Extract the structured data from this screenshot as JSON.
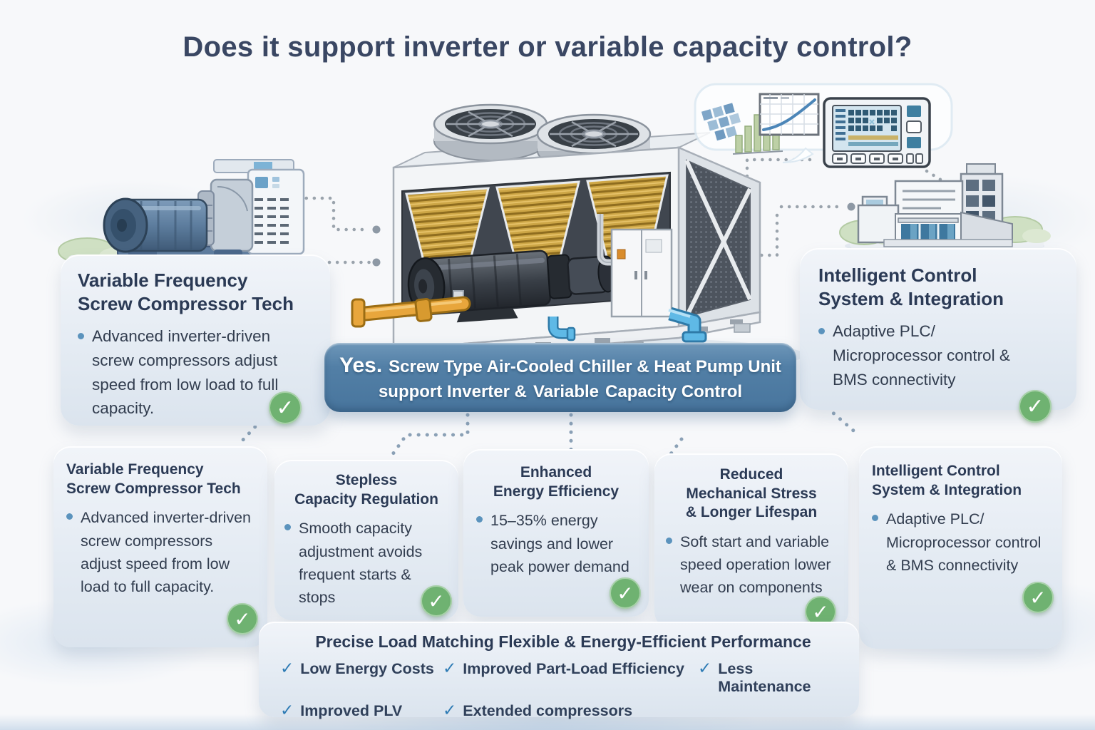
{
  "title": "Does it support inverter or variable capacity control?",
  "answer_banner": {
    "yes": "Yes.",
    "line1": "Screw Type Air-Cooled Chiller & Heat Pump Unit",
    "line2_a": "support Inverter & ",
    "line2_b": "Variable",
    "line2_c": " Capacity Control"
  },
  "side_boxes": {
    "left": {
      "title": "Variable Frequency\nScrew Compressor Tech",
      "bullet": "Advanced inverter-driven screw compressors adjust speed from low load to full capacity."
    },
    "right": {
      "title": "Intelligent Control\nSystem & Integration",
      "bullet": "Adaptive PLC/ Microprocessor control & BMS connectivity"
    }
  },
  "benefit_boxes": [
    {
      "title": "Variable Frequency\nScrew Compressor Tech",
      "bullet": "Advanced inverter-driven screw compressors adjust speed from low load to full capacity."
    },
    {
      "title": "Stepless\nCapacity Regulation",
      "bullet": "Smooth capacity adjustment avoids frequent starts & stops"
    },
    {
      "title": "Enhanced\nEnergy Efficiency",
      "bullet": "15–35% energy savings and lower peak power demand"
    },
    {
      "title": "Reduced\nMechanical Stress\n& Longer Lifespan",
      "bullet": "Soft start and variable speed operation lower wear on components"
    },
    {
      "title": "Intelligent Control\nSystem & Integration",
      "bullet": "Adaptive PLC/ Microprocessor control & BMS connectivity"
    }
  ],
  "summary": {
    "title": "Precise Load Matching Flexible & Energy-Efficient Performance",
    "items": [
      "Low Energy Costs",
      "Improved Part-Load Efficiency",
      "Less Maintenance",
      "Improved PLV",
      "Extended compressors"
    ]
  },
  "icons": {
    "check_circle": "✓",
    "check_mark": "✓"
  },
  "colors": {
    "banner_blue": "#4f7ea6",
    "check_green": "#6fb271",
    "heading_navy": "#2b3a55",
    "body_text": "#333e4f",
    "summary_check_blue": "#2f7cb5",
    "coil_gold": "#cda646",
    "pipe_orange": "#e8a63c",
    "pipe_blue": "#5fb9e6"
  }
}
